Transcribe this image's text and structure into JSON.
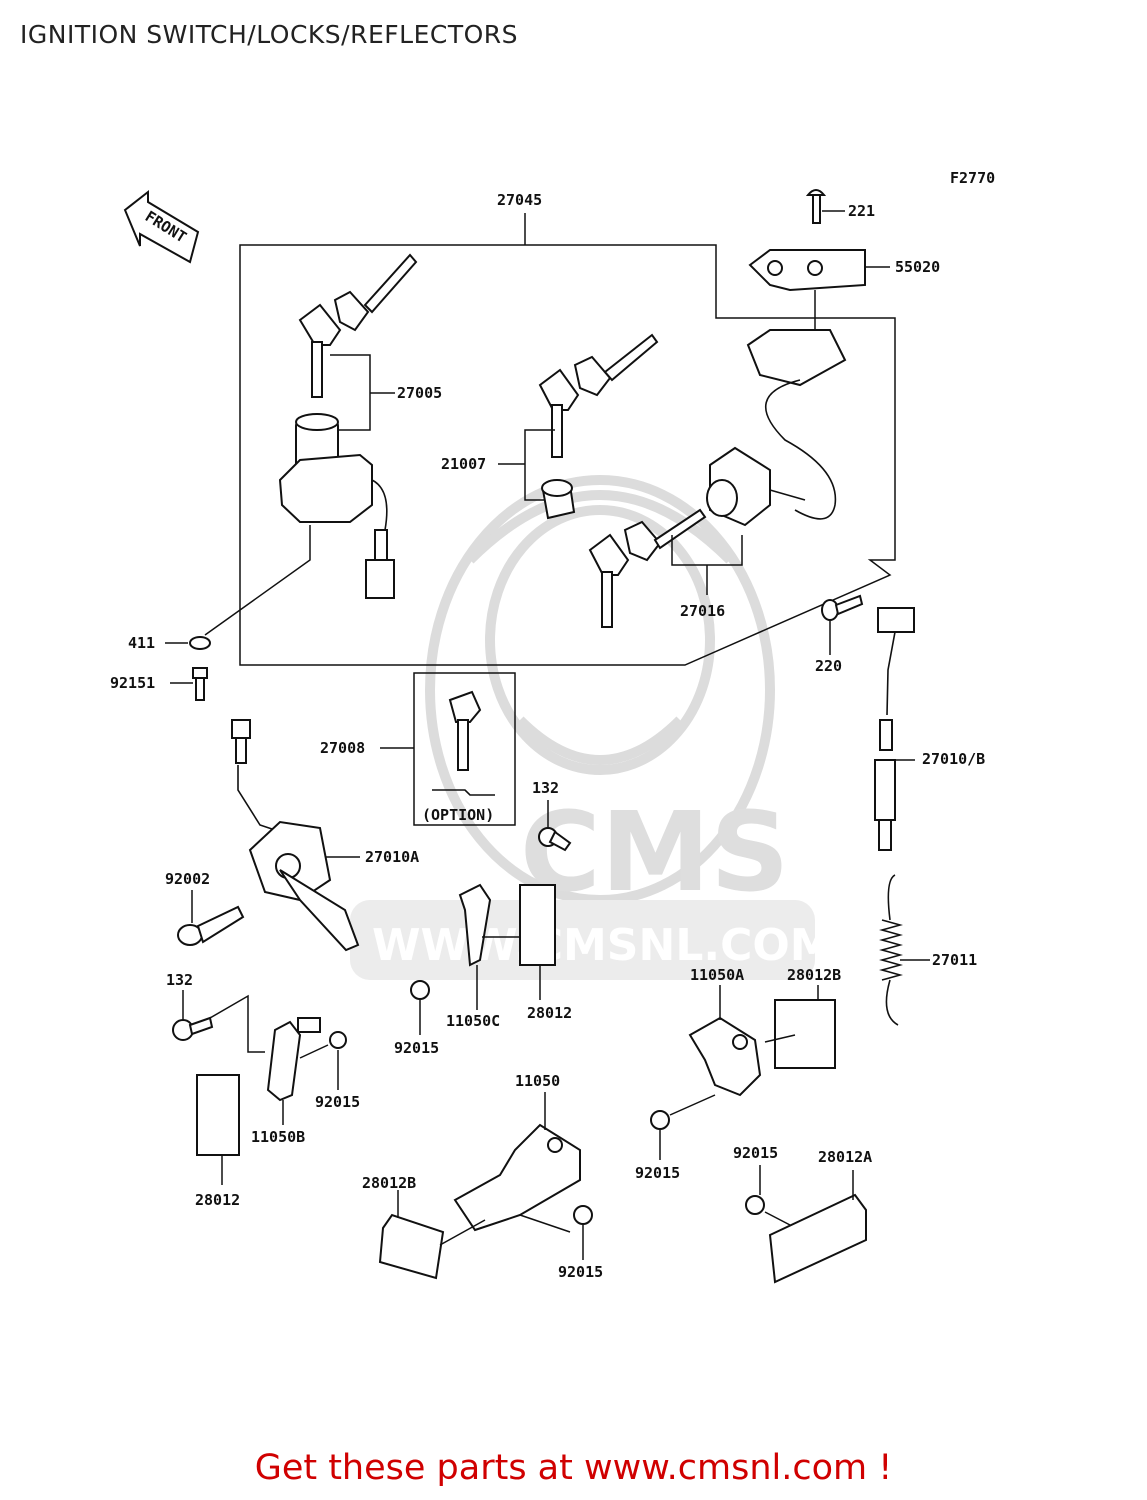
{
  "title": "IGNITION SWITCH/LOCKS/REFLECTORS",
  "figure_code": "F2770",
  "front_label": "FRONT",
  "option_label": "(OPTION)",
  "watermark": {
    "brand": "CMS",
    "url": "WWW.CMSNL.COM"
  },
  "footer": "Get these parts at www.cmsnl.com !",
  "footer_color": "#d00000",
  "parts": [
    {
      "id": "p27045",
      "number": "27045"
    },
    {
      "id": "p221",
      "number": "221"
    },
    {
      "id": "p55020",
      "number": "55020"
    },
    {
      "id": "p27005",
      "number": "27005"
    },
    {
      "id": "p21007",
      "number": "21007"
    },
    {
      "id": "p27016",
      "number": "27016"
    },
    {
      "id": "p411",
      "number": "411"
    },
    {
      "id": "p92151",
      "number": "92151"
    },
    {
      "id": "p220",
      "number": "220"
    },
    {
      "id": "p27008",
      "number": "27008"
    },
    {
      "id": "p132a",
      "number": "132"
    },
    {
      "id": "p27010b",
      "number": "27010/B"
    },
    {
      "id": "p27010a",
      "number": "27010A"
    },
    {
      "id": "p92002",
      "number": "92002"
    },
    {
      "id": "p27011",
      "number": "27011"
    },
    {
      "id": "p11050a",
      "number": "11050A"
    },
    {
      "id": "p28012b1",
      "number": "28012B"
    },
    {
      "id": "p132b",
      "number": "132"
    },
    {
      "id": "p28012a",
      "number": "28012"
    },
    {
      "id": "p11050c",
      "number": "11050C"
    },
    {
      "id": "p92015a",
      "number": "92015"
    },
    {
      "id": "p92015b",
      "number": "92015"
    },
    {
      "id": "p11050b",
      "number": "11050B"
    },
    {
      "id": "p11050",
      "number": "11050"
    },
    {
      "id": "p92015c",
      "number": "92015"
    },
    {
      "id": "p28012b",
      "number": "28012"
    },
    {
      "id": "p28012b2",
      "number": "28012B"
    },
    {
      "id": "p92015d",
      "number": "92015"
    },
    {
      "id": "p92015e",
      "number": "92015"
    },
    {
      "id": "p28012aa",
      "number": "28012A"
    }
  ]
}
